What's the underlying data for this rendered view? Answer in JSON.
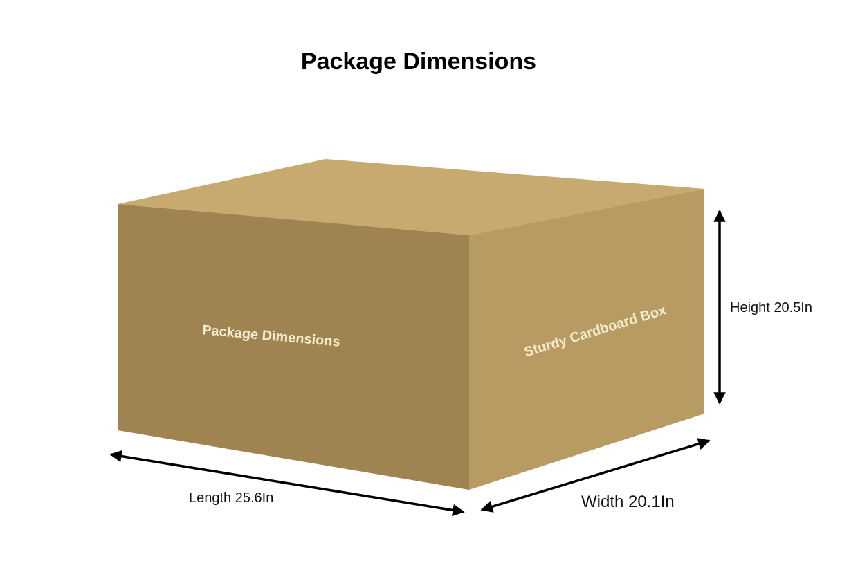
{
  "title": "Package Dimensions",
  "box": {
    "front_label": "Package Dimensions",
    "side_label": "Sturdy Cardboard Box",
    "colors": {
      "top": "#c8a96f",
      "front": "#9f8351",
      "side": "#b89b62",
      "label": "#f6eccf"
    }
  },
  "dimensions": {
    "length": "Length 25.6In",
    "width": "Width 20.1In",
    "height": "Height 20.5In"
  }
}
